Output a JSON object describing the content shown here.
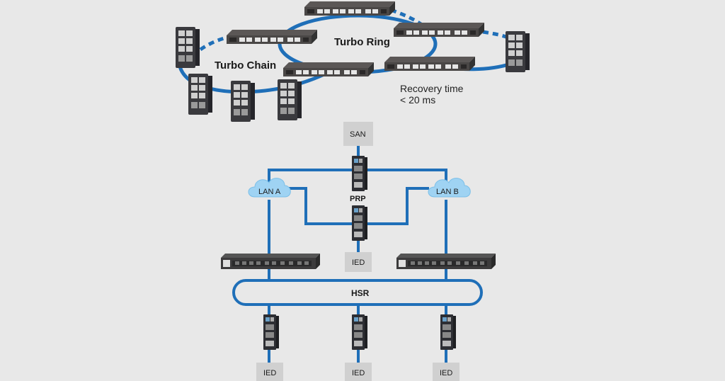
{
  "colors": {
    "background": "#e8e8e8",
    "link_blue": "#1f6fb8",
    "cloud_blue": "#9fd3f3",
    "box_gray": "#d0d0d0",
    "device_dark": "#3f3f43",
    "rack_dark": "#4a4746"
  },
  "top_diagram": {
    "turbo_ring_label": "Turbo Ring",
    "turbo_chain_label": "Turbo Chain",
    "recovery_line1": "Recovery time",
    "recovery_line2": "< 20 ms"
  },
  "bottom_diagram": {
    "san_label": "SAN",
    "lan_a_label": "LAN A",
    "lan_b_label": "LAN B",
    "prp_label": "PRP",
    "hsr_label": "HSR",
    "ied_top_label": "IED",
    "ied_bottom_labels": [
      "IED",
      "IED",
      "IED"
    ]
  },
  "icons": {
    "rack_switch": "rack-switch-icon",
    "din_switch": "din-rail-switch-icon",
    "cloud": "cloud-icon"
  }
}
